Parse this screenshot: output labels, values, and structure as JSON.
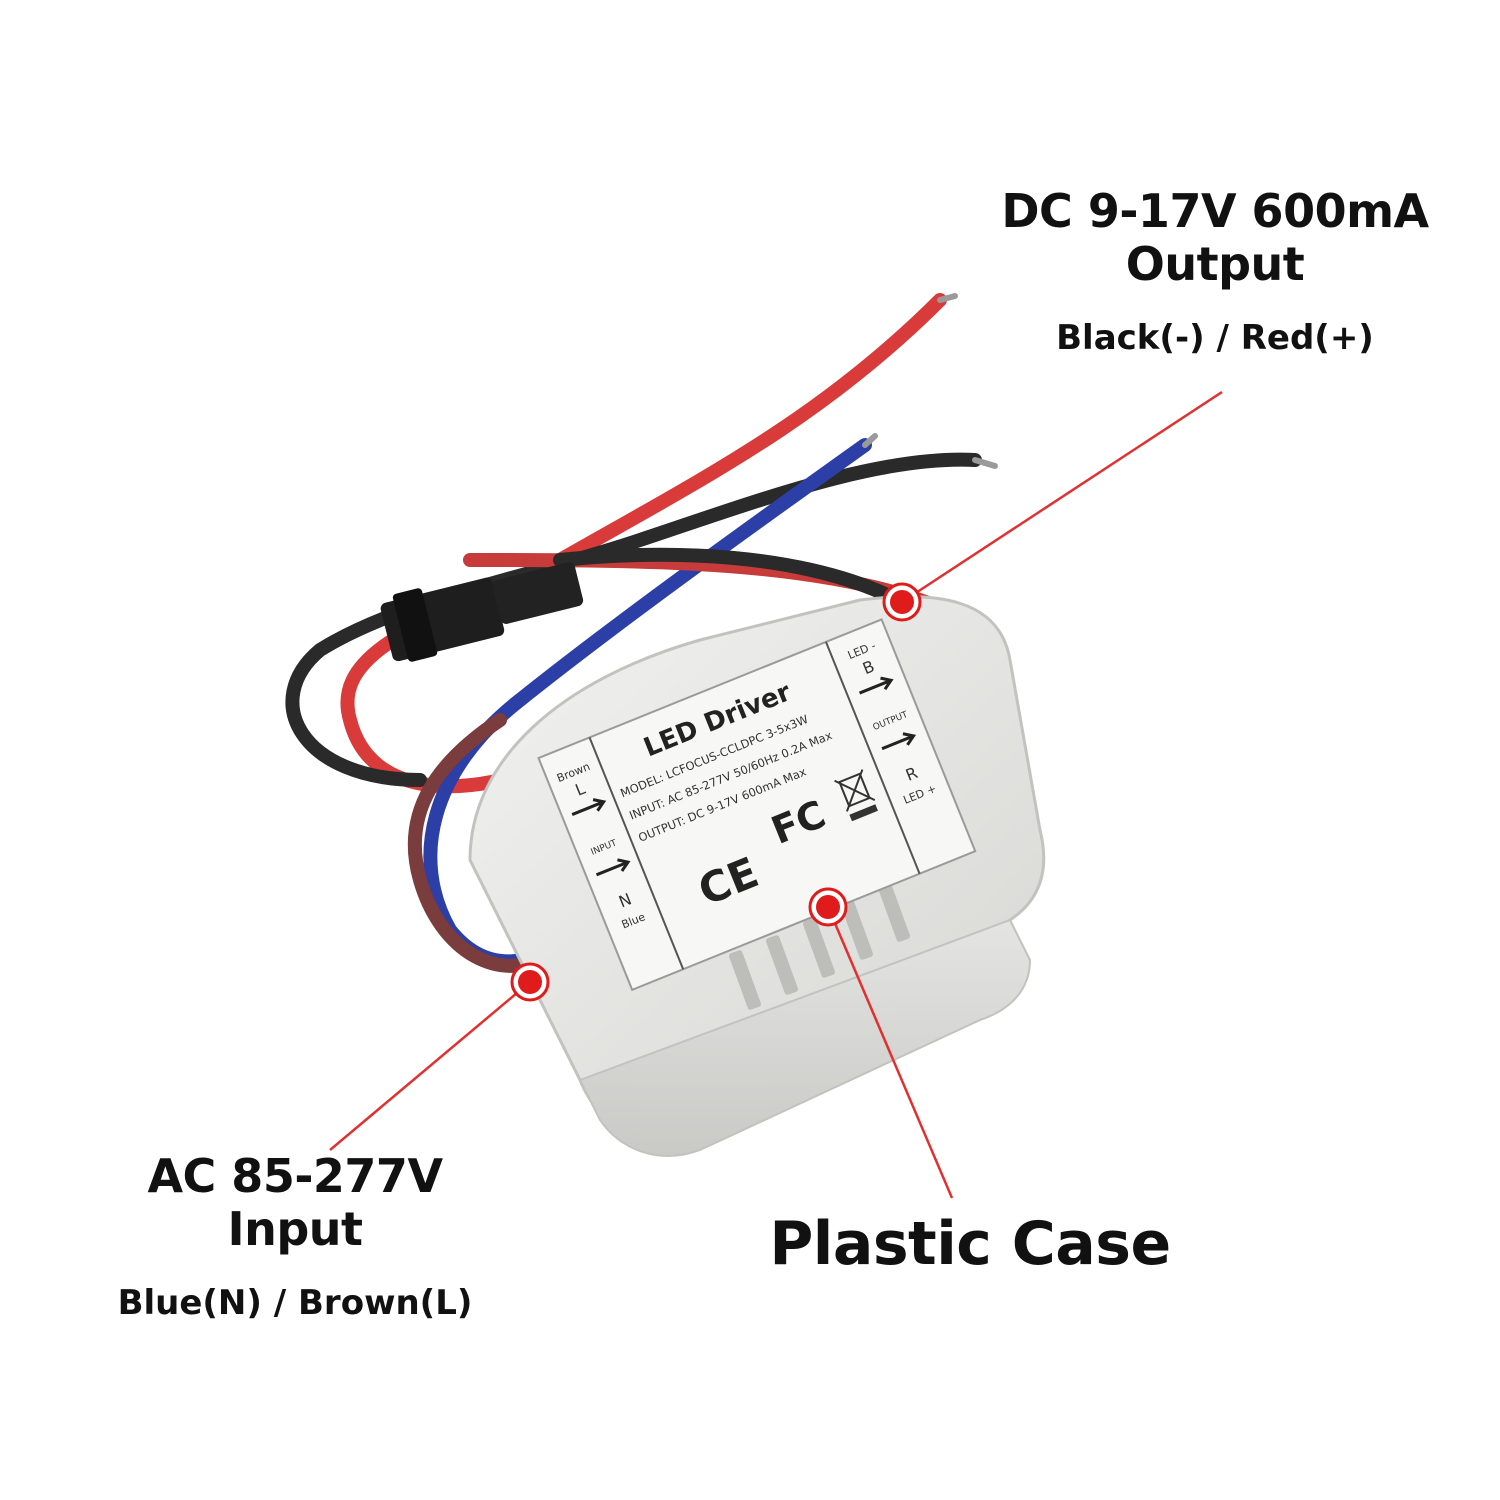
{
  "colors": {
    "wire_red": "#d93a3a",
    "wire_black": "#2a2a2a",
    "wire_blue": "#2c3fa6",
    "wire_brown": "#7a3c3c",
    "case": "#e8e8e6",
    "marker": "#e01b1b",
    "leader_line": "#e03030"
  },
  "callouts": {
    "output": {
      "line1": "DC 9-17V 600mA",
      "line2": "Output",
      "detail": "Black(-) / Red(+)"
    },
    "input": {
      "line1": "AC 85-277V",
      "line2": "Input",
      "detail": "Blue(N) / Brown(L)"
    },
    "case": {
      "line1": "Plastic Case"
    }
  },
  "label": {
    "title": "LED Driver",
    "model": "MODEL: LCFOCUS-CCLDPC 3-5x3W",
    "input": "INPUT: AC 85-277V  50/60Hz  0.2A Max",
    "output": "OUTPUT: DC 9-17V  600mA Max",
    "left_top_word": "Brown",
    "left_top_letter": "L",
    "left_mid_word": "INPUT",
    "left_bottom_letter": "N",
    "left_bottom_word": "Blue",
    "right_top_word": "LED -",
    "right_top_letter": "B",
    "right_mid_word": "OUTPUT",
    "right_bottom_letter": "R",
    "right_bottom_word": "LED +",
    "ce_mark": "CE",
    "fc_mark": "FC"
  }
}
